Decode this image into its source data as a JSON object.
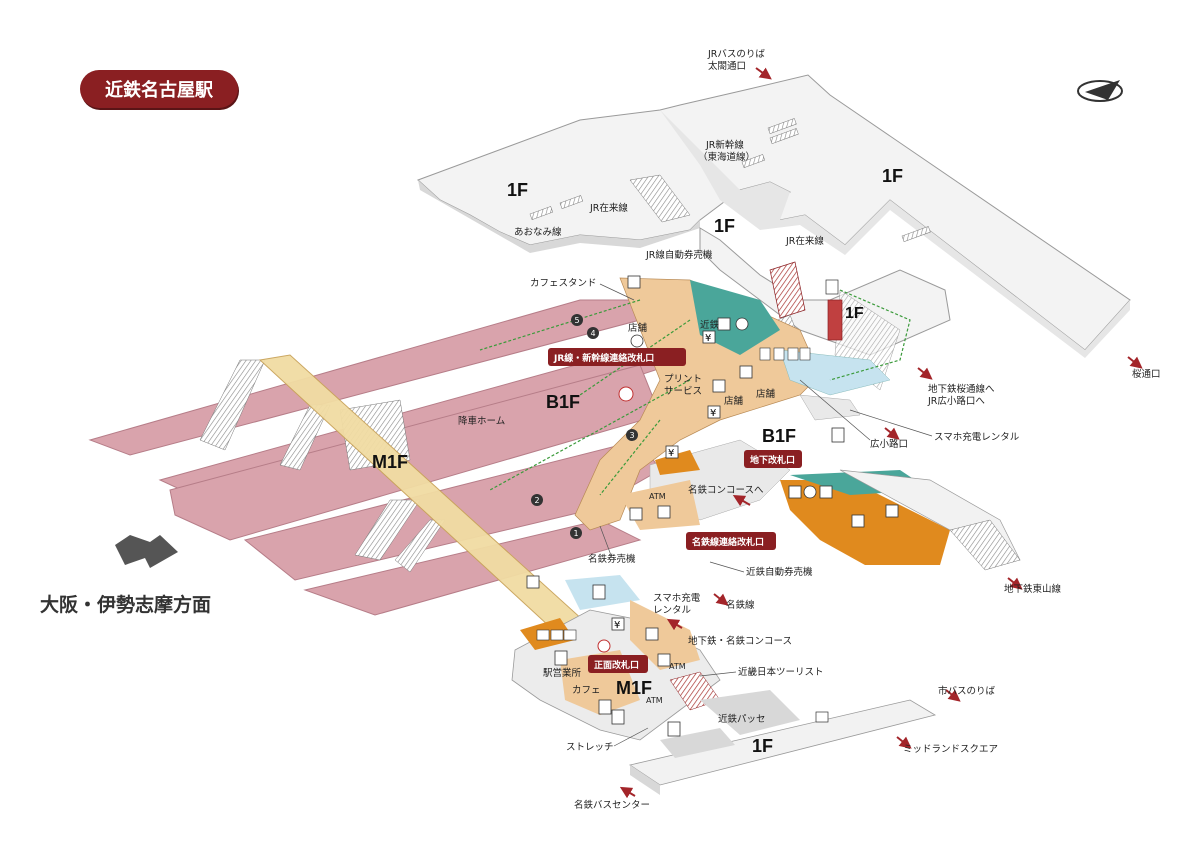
{
  "title": "近鉄名古屋駅",
  "direction": "大阪・伊勢志摩方面",
  "floors": {
    "f1_a": "1F",
    "f1_b": "1F",
    "f1_c": "1F",
    "f1_bottom": "1F",
    "b1_a": "B1F",
    "b1_b": "B1F",
    "m1_a": "M1F",
    "m1_b": "M1F"
  },
  "gates": {
    "jr_transfer": "JR線・新幹線連絡改札口",
    "underground": "地下改札口",
    "meitetsu_transfer": "名鉄線連絡改札口",
    "main": "正面改札口"
  },
  "labels": {
    "jr_bus": "JRバスのりば",
    "taiko": "太閤通口",
    "shinkansen": "JR新幹線",
    "tokaido": "（東海道線）",
    "jr_zairai_1": "JR在来線",
    "jr_zairai_2": "JR在来線",
    "aonami": "あおなみ線",
    "jr_ticket": "JR線自動券売機",
    "cafe_stand": "カフェスタンド",
    "shop_1": "店舗",
    "shop_2": "店舗",
    "shop_3": "店舗",
    "kintetsu": "近鉄",
    "print_1": "プリント",
    "print_2": "サービス",
    "arrival_home": "降車ホーム",
    "sakura_exit": "桜通口",
    "subway_sakura_1": "地下鉄桜通線へ",
    "subway_sakura_2": "JR広小路口へ",
    "hirokoji": "広小路口",
    "phone_charge": "スマホ充電レンタル",
    "meitetsu_concourse": "名鉄コンコースへ",
    "meitetsu_ticket": "名鉄券売機",
    "kintetsu_ticket": "近鉄自動券売機",
    "meitetsu_line": "名鉄線",
    "higashiyama": "地下鉄東山線",
    "phone_charge_2a": "スマホ充電",
    "phone_charge_2b": "レンタル",
    "subway_concourse": "地下鉄・名鉄コンコース",
    "kntourist": "近畿日本ツーリスト",
    "office": "駅営業所",
    "cafe": "カフェ",
    "atm_1": "ATM",
    "atm_2": "ATM",
    "atm_3": "ATM",
    "city_bus": "市バスのりば",
    "passe": "近鉄パッセ",
    "midland": "ミッドランドスクエア",
    "stretch": "ストレッチ",
    "meitetsu_bus": "名鉄バスセンター",
    "platforms": [
      "1",
      "2",
      "3",
      "4",
      "5"
    ]
  },
  "colors": {
    "platform": "#d9a3ac",
    "platform_dark": "#b67d88",
    "concourse": "#efc99a",
    "gate_bg": "#8a1f22",
    "m1_bridge": "#f1dca3",
    "teal": "#4aa69a",
    "orange": "#e08a1e",
    "floor_light": "#f2f2f2",
    "floor_stroke": "#9a9a9a"
  }
}
